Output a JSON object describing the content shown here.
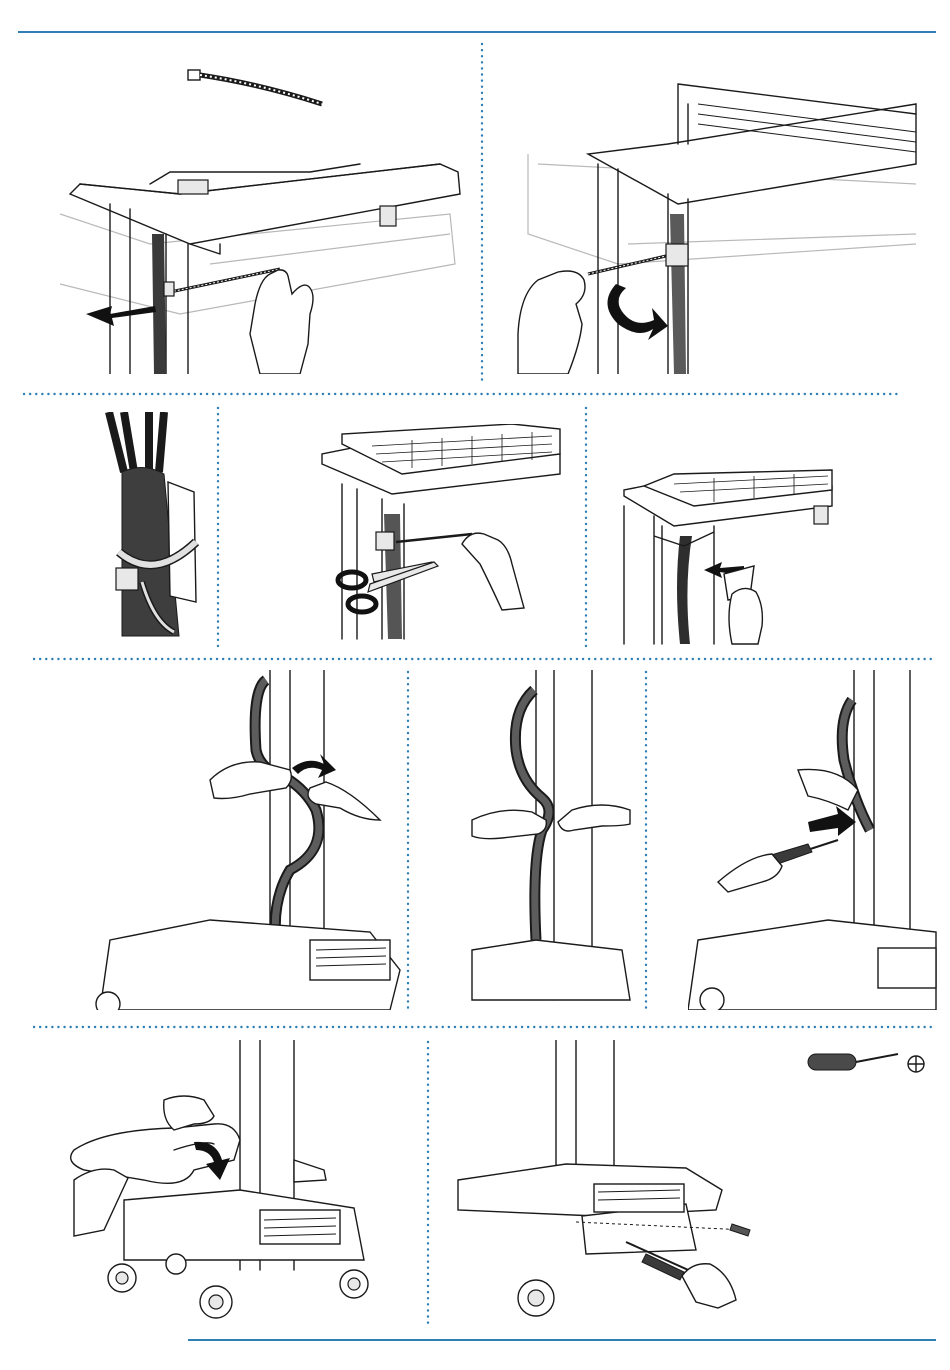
{
  "page": {
    "accent_color": "#2f7fb5",
    "divider_style": "dotted"
  },
  "steps": [
    {
      "id": 1,
      "depicts": "cable-tie-insert",
      "icons": [
        "cable-tie-icon",
        "arrow-left-icon",
        "hand-icon"
      ]
    },
    {
      "id": 2,
      "depicts": "cable-tie-wrap",
      "icons": [
        "curved-arrow-icon",
        "hand-icon"
      ]
    },
    {
      "id": 3,
      "depicts": "cable-bundle-tied",
      "icons": [
        "cable-tie-head-icon"
      ]
    },
    {
      "id": 4,
      "depicts": "cut-tie-excess",
      "icons": [
        "scissors-icon",
        "keyboard-icon",
        "hand-icon"
      ]
    },
    {
      "id": 5,
      "depicts": "attach-clip",
      "icons": [
        "arrow-right-icon",
        "keyboard-icon",
        "hand-icon"
      ]
    },
    {
      "id": 6,
      "depicts": "route-cables-column",
      "icons": [
        "curved-arrow-icon",
        "hand-icon"
      ]
    },
    {
      "id": 7,
      "depicts": "insert-cable-cover",
      "icons": [
        "hand-icon"
      ]
    },
    {
      "id": 8,
      "depicts": "press-cover-tool",
      "icons": [
        "arrow-right-icon",
        "screwdriver-icon",
        "hand-icon"
      ]
    },
    {
      "id": 9,
      "depicts": "lower-base-cover",
      "icons": [
        "curved-arrow-down-icon",
        "hand-icon"
      ]
    },
    {
      "id": 10,
      "depicts": "screw-base-cover",
      "icons": [
        "screwdriver-icon",
        "phillips-head-icon",
        "screw-icon"
      ]
    }
  ]
}
